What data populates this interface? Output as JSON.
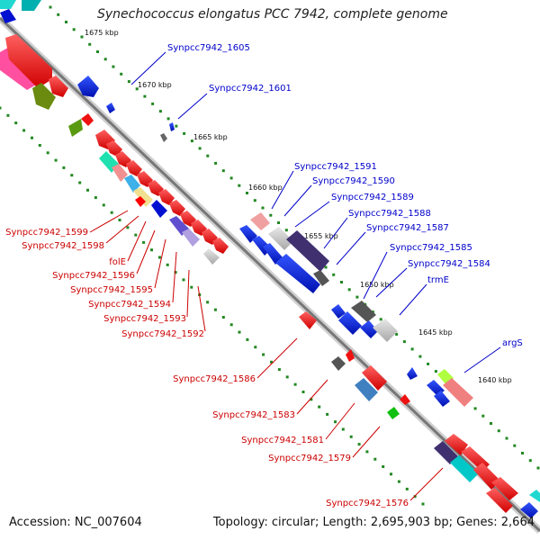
{
  "title": "Synechococcus elongatus PCC 7942, complete genome",
  "footer": {
    "accession": "Accession: NC_007604",
    "topology": "Topology: circular; Length: 2,695,903 bp; Genes: 2,664"
  },
  "kbp_ticks": [
    "1675 kbp",
    "1670 kbp",
    "1665 kbp",
    "1660 kbp",
    "1655 kbp",
    "1650 kbp",
    "1645 kbp",
    "1640 kbp"
  ],
  "forward_labels": [
    "Synpcc7942_1605",
    "Synpcc7942_1601",
    "Synpcc7942_1591",
    "Synpcc7942_1590",
    "Synpcc7942_1589",
    "Synpcc7942_1588",
    "Synpcc7942_1587",
    "Synpcc7942_1585",
    "Synpcc7942_1584",
    "trmE",
    "argS"
  ],
  "reverse_labels": [
    "Synpcc7942_1599",
    "Synpcc7942_1598",
    "folE",
    "Synpcc7942_1596",
    "Synpcc7942_1595",
    "Synpcc7942_1594",
    "Synpcc7942_1593",
    "Synpcc7942_1592",
    "Synpcc7942_1586",
    "Synpcc7942_1583",
    "Synpcc7942_1581",
    "Synpcc7942_1579",
    "Synpcc7942_1576"
  ],
  "colors": {
    "forward_label": "#0000cc",
    "reverse_label": "#cc0000",
    "backbone": "#888888",
    "tick": "#228822"
  }
}
